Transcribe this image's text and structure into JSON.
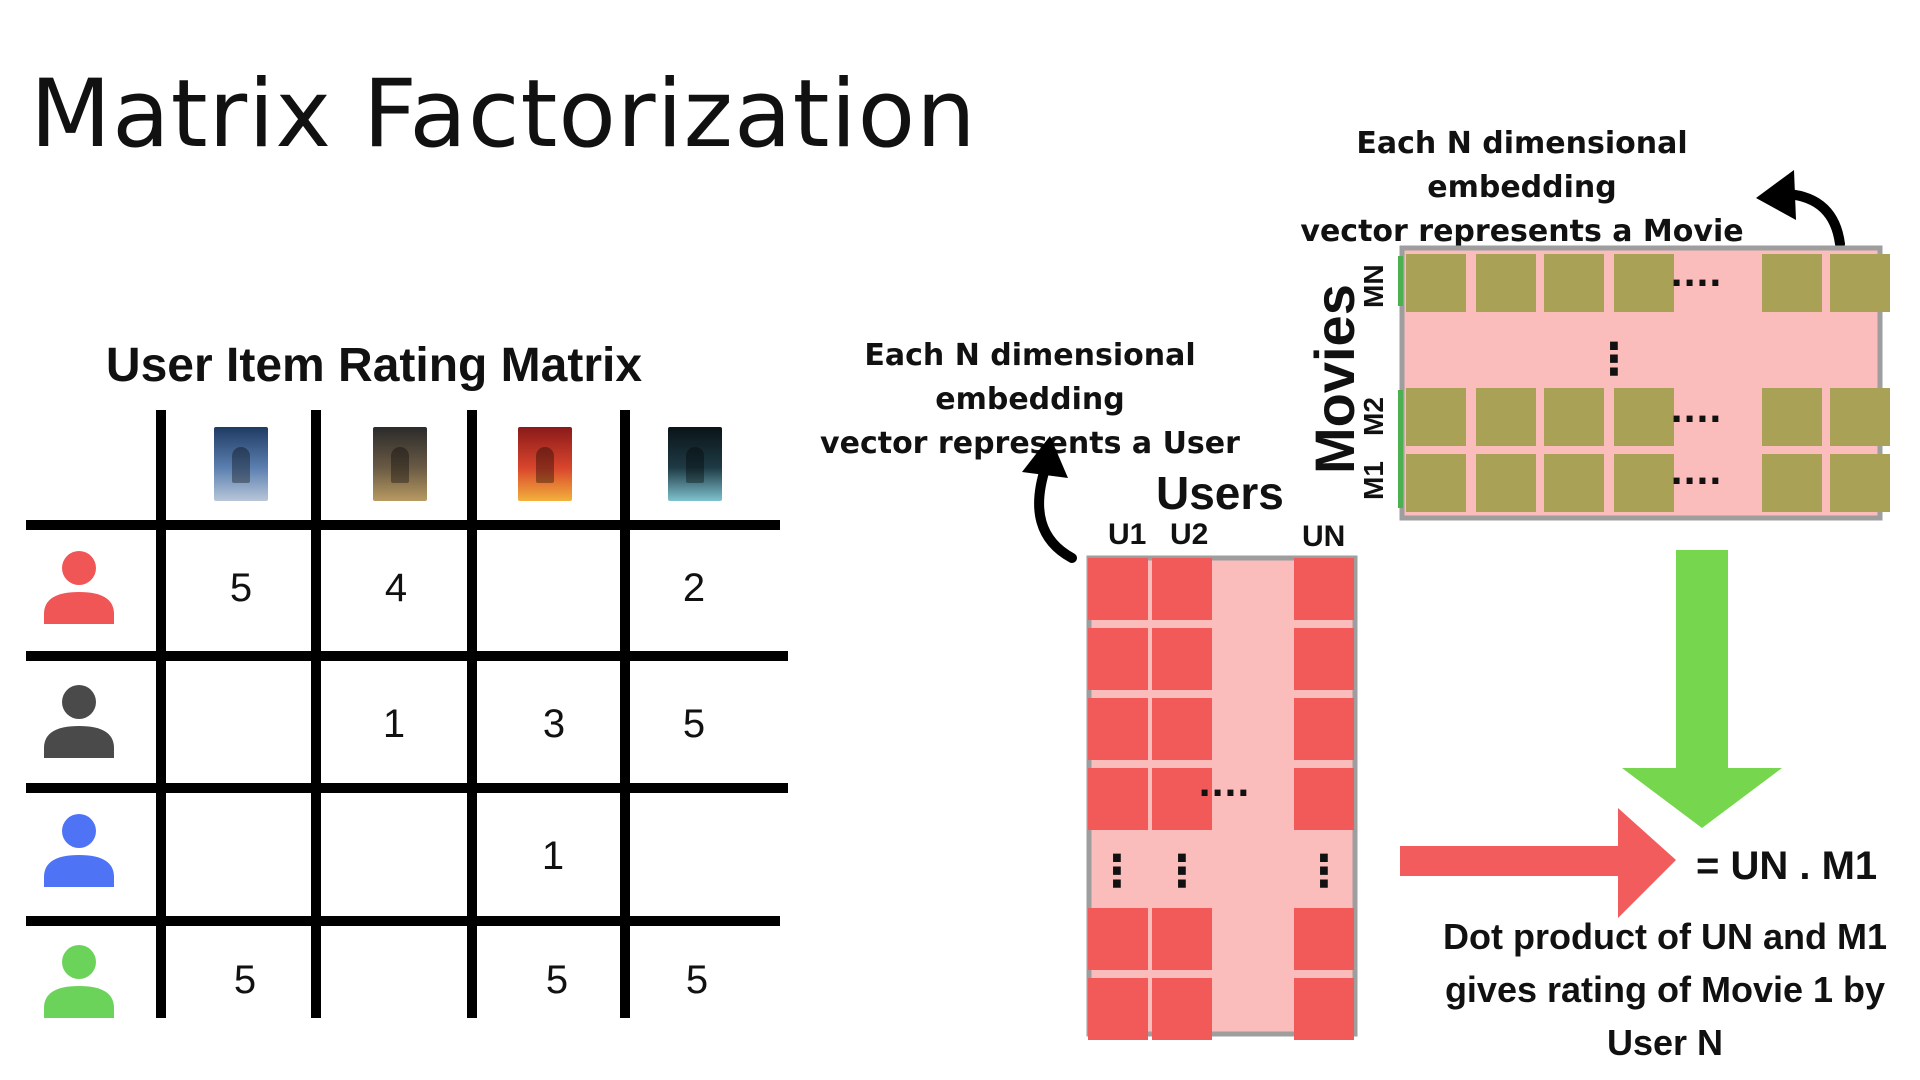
{
  "title": "Matrix Factorization",
  "rating_matrix": {
    "heading": "User Item Rating Matrix",
    "movies": [
      {
        "icon": "movie-poster-1-icon",
        "colors": [
          "#1f3b63",
          "#5b7fb0",
          "#b8c6d8"
        ]
      },
      {
        "icon": "movie-poster-2-icon",
        "colors": [
          "#2b2b2b",
          "#6a5a44",
          "#b89a62"
        ]
      },
      {
        "icon": "movie-poster-3-icon",
        "colors": [
          "#8a1a1a",
          "#d8452c",
          "#f2b13c"
        ]
      },
      {
        "icon": "movie-poster-4-icon",
        "colors": [
          "#0a1418",
          "#1e3a44",
          "#7fc2cf"
        ]
      }
    ],
    "users": [
      {
        "icon": "user-icon",
        "color": "#f05656",
        "ratings": [
          "5",
          "4",
          "",
          "2"
        ]
      },
      {
        "icon": "user-icon",
        "color": "#4a4a4a",
        "ratings": [
          "",
          "1",
          "3",
          "5"
        ]
      },
      {
        "icon": "user-icon",
        "color": "#4f73f5",
        "ratings": [
          "",
          "",
          "1",
          ""
        ]
      },
      {
        "icon": "user-icon",
        "color": "#6cd35a",
        "ratings": [
          "5",
          "",
          "5",
          "5"
        ]
      }
    ]
  },
  "user_embedding": {
    "caption_line1": "Each N dimensional embedding",
    "caption_line2": "vector represents a User",
    "label": "Users",
    "columns": [
      "U1",
      "U2",
      "UN"
    ],
    "dots_h": "....",
    "dots_v": "⋮",
    "colors": {
      "bg": "#fbbcbc",
      "cell": "#f25959",
      "border": "#9e9e9e"
    }
  },
  "movie_embedding": {
    "caption_line1": "Each N dimensional embedding",
    "caption_line2": "vector represents a Movie",
    "label": "Movies",
    "rows": [
      "MN",
      "M2",
      "M1"
    ],
    "dots_h": "....",
    "dots_v": "⋮",
    "colors": {
      "bg": "#fbbcbc",
      "cell": "#a9a256",
      "accent": "#4caf50",
      "border": "#9e9e9e"
    }
  },
  "result": {
    "equation": "= UN . M1",
    "explanation_line1": "Dot product of UN and M1",
    "explanation_line2": "gives rating of Movie 1 by",
    "explanation_line3": "User N",
    "arrow_colors": {
      "green": "#76d64d",
      "red": "#f25c5c"
    }
  }
}
